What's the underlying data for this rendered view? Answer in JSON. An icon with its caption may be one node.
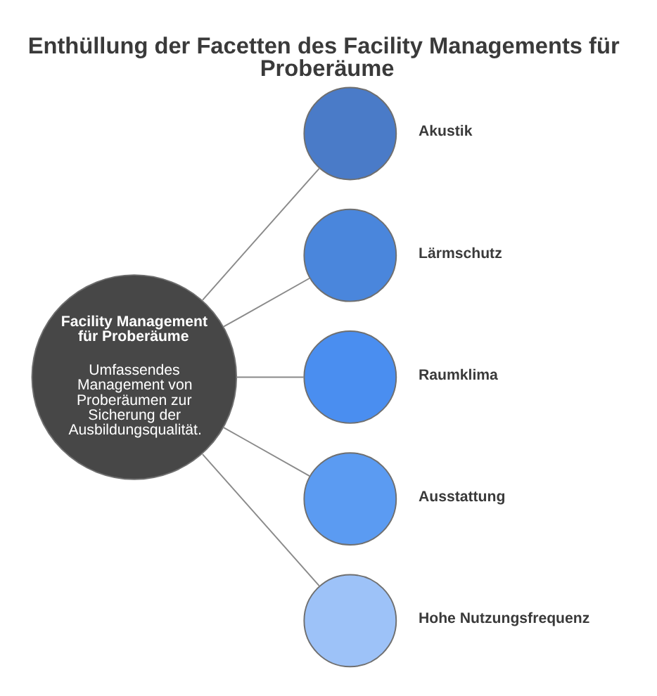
{
  "diagram": {
    "title": "Enthüllung der Facetten des Facility Managements für Proberäume",
    "nodes": [
      {
        "text": [
          "Facility Management für Proberäume",
          "Umfassendes Management von Proberäumen zur Sicherung der Ausbildungsqualität."
        ]
      },
      {
        "text": [],
        "shape": "circle",
        "beside": [
          "Akustik"
        ]
      },
      {
        "text": [],
        "shape": "circle",
        "beside": [
          "Lärmschutz"
        ]
      },
      {
        "text": [],
        "shape": "circle",
        "beside": [
          "Raumklima"
        ]
      },
      {
        "text": [],
        "shape": "circle",
        "beside": [
          "Ausstattung"
        ]
      },
      {
        "text": [],
        "shape": "circle",
        "beside": [
          "Hohe Nutzungsfrequenz"
        ]
      }
    ],
    "edges": [
      {
        "from": 0,
        "to": 1,
        "arrow": "none"
      },
      {
        "from": 0,
        "to": 2,
        "arrow": "none"
      },
      {
        "from": 0,
        "to": 3,
        "arrow": "none"
      },
      {
        "from": 0,
        "to": 4,
        "arrow": "none"
      },
      {
        "from": 0,
        "to": 5,
        "arrow": "none"
      }
    ]
  }
}
